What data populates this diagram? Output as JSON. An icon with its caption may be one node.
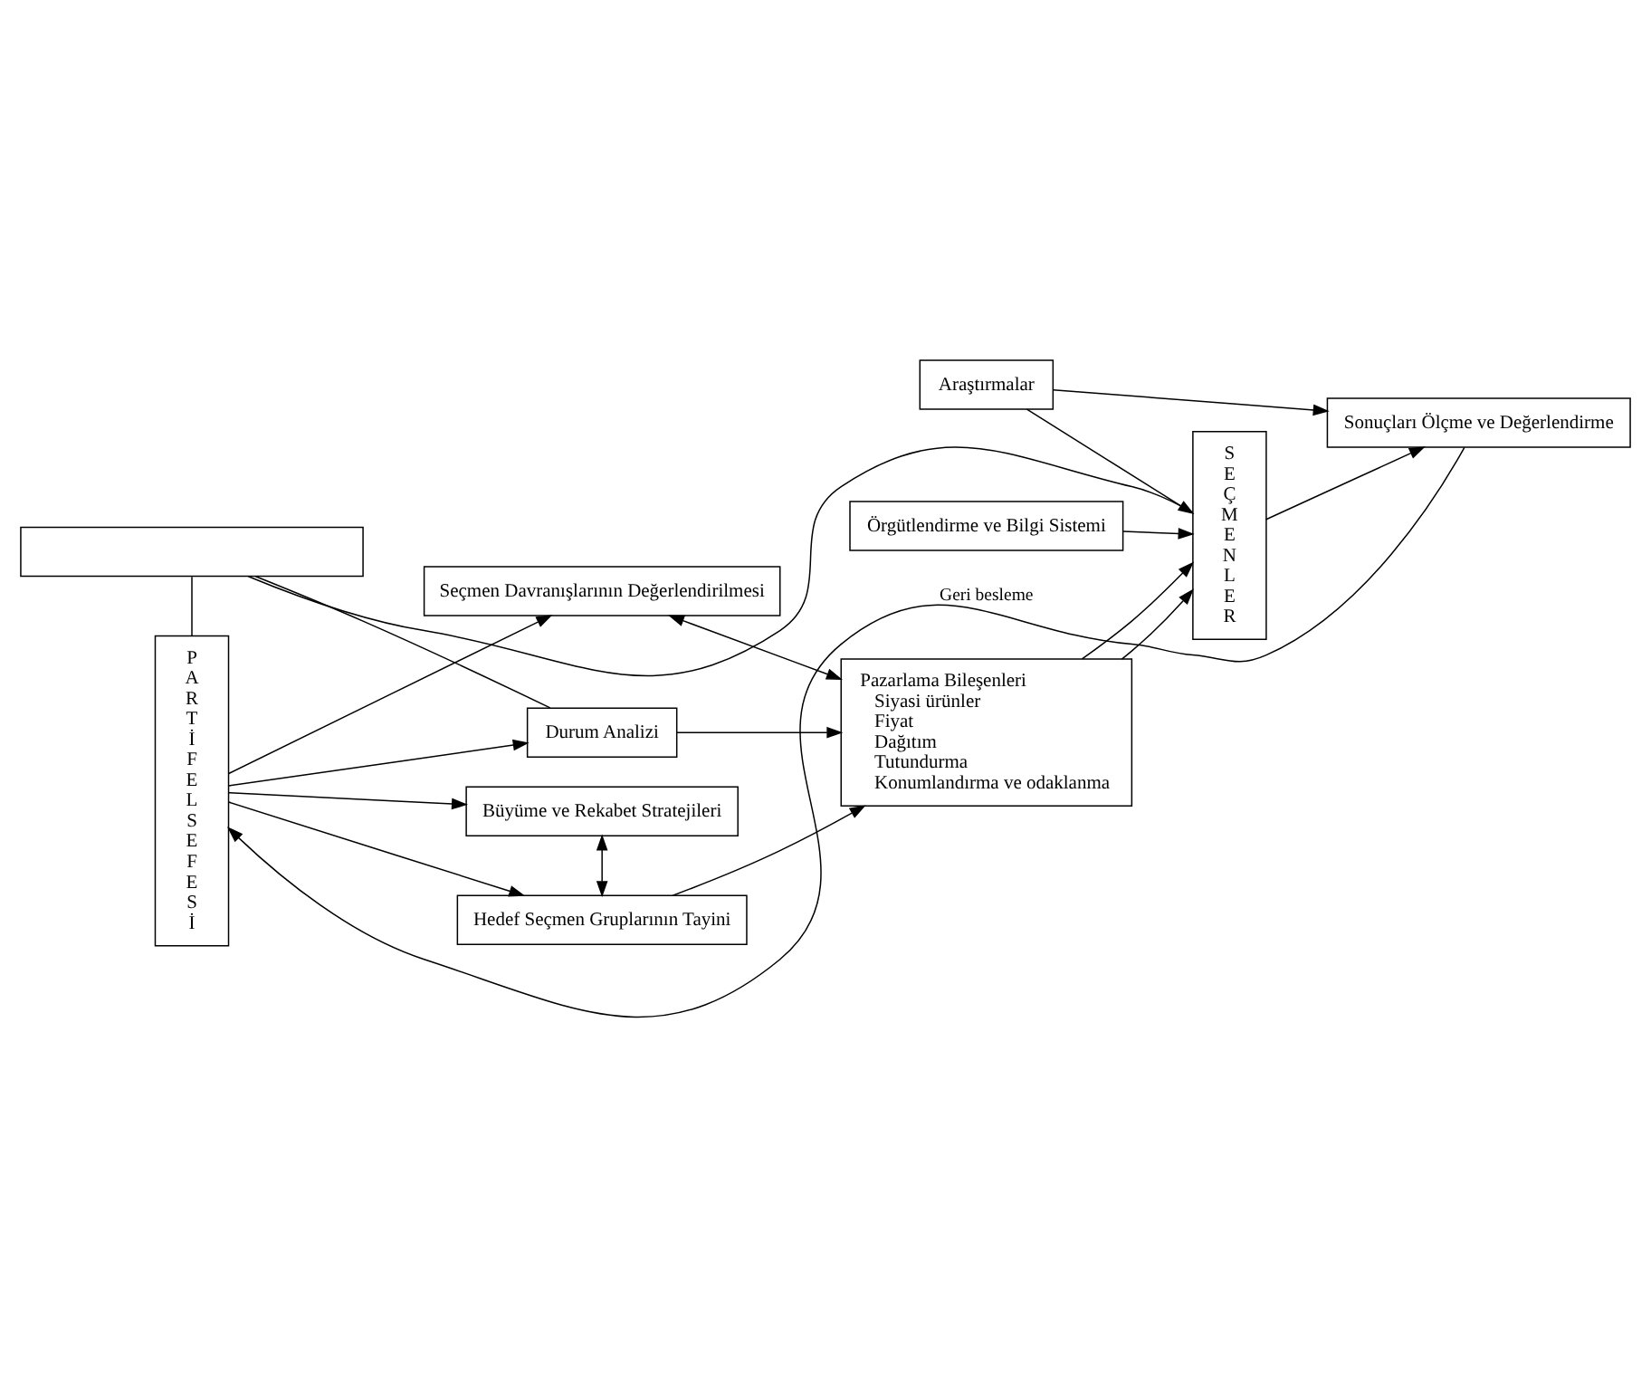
{
  "diagram": {
    "nodes": [
      {
        "text": [],
        "shape": "box"
      },
      {
        "text": [
          "P A R T İ F E L S E F E S İ"
        ]
      },
      {
        "text": [
          "Durum Analizi"
        ]
      },
      {
        "text": [
          "Hedef Seçmen Gruplarının Tayini"
        ]
      },
      {
        "text": [
          "Seçmen Davranışlarının Değerlendirilmesi"
        ]
      },
      {
        "text": [
          "Büyüme ve Rekabet Stratejileri"
        ]
      },
      {
        "text": [
          "Pazarlama Bileşenleri",
          "Siyasi ürünler",
          "Fiyat",
          "Dağıtım",
          "Tutundurma",
          "Konumlandırma ve odaklanma"
        ]
      },
      {
        "text": [
          "Örgütlendirme ve Bilgi Sistemi"
        ]
      },
      {
        "text": [
          "Araştırmalar"
        ]
      },
      {
        "text": [
          "S E Ç M E N L E R"
        ]
      },
      {
        "text": [
          "Sonuçları Ölçme ve Değerlendirme"
        ]
      }
    ],
    "edges": [
      {
        "from": 0,
        "to": 1,
        "arrow": "none"
      },
      {
        "from": 0,
        "to": 2,
        "arrow": "none"
      },
      {
        "from": 0,
        "to": 9,
        "arrow": "none"
      },
      {
        "from": 1,
        "to": 2,
        "arrow": "to"
      },
      {
        "from": 1,
        "to": 3,
        "arrow": "to"
      },
      {
        "from": 1,
        "to": 4,
        "arrow": "to"
      },
      {
        "from": 1,
        "to": 5,
        "arrow": "to"
      },
      {
        "from": 2,
        "to": 6,
        "arrow": "to"
      },
      {
        "from": 3,
        "to": 6,
        "arrow": "to"
      },
      {
        "from": 6,
        "to": 9,
        "arrow": "to"
      },
      {
        "from": 6,
        "to": 9,
        "arrow": "to"
      },
      {
        "from": 4,
        "to": 6,
        "arrow": "both"
      },
      {
        "from": 3,
        "to": 5,
        "arrow": "both"
      },
      {
        "from": 7,
        "to": 9,
        "arrow": "to"
      },
      {
        "from": 8,
        "to": 9,
        "arrow": "to"
      },
      {
        "from": 8,
        "to": 10,
        "arrow": "to"
      },
      {
        "from": 9,
        "to": 10,
        "arrow": "to"
      },
      {
        "from": 10,
        "to": 1,
        "arrow": "to",
        "label": "Geri besleme"
      }
    ]
  }
}
